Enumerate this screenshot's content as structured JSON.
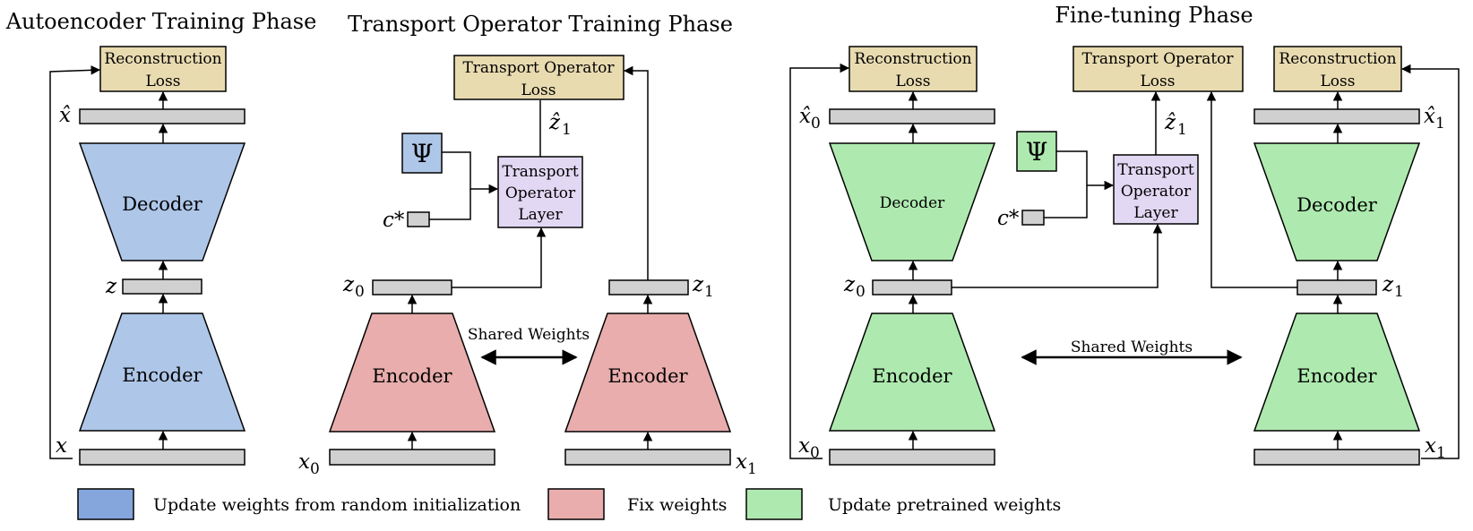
{
  "colors": {
    "blue": "#aec6e8",
    "red": "#e8adac",
    "green": "#aeeaaf",
    "purple": "#e2d8f3",
    "tan": "#e9dbb0",
    "gray": "#d0d0d0",
    "legend_blue": "#85a6dd",
    "legend_red": "#e8adac",
    "legend_green": "#aeeaaf"
  },
  "phases": {
    "autoencoder": {
      "title": "Autoencoder Training Phase",
      "loss_line1": "Reconstruction",
      "loss_line2": "Loss",
      "decoder": "Decoder",
      "encoder": "Encoder",
      "xhat": "x̂",
      "z": "z",
      "x": "x"
    },
    "transport": {
      "title": "Transport Operator Training Phase",
      "loss_line1": "Transport Operator",
      "loss_line2": "Loss",
      "psi": "Ψ",
      "c_star": "c*",
      "tol_line1": "Transport",
      "tol_line2": "Operator",
      "tol_line3": "Layer",
      "zhat1": "ẑ",
      "zhat1_sub": "1",
      "z0": "z",
      "z0_sub": "0",
      "z1": "z",
      "z1_sub": "1",
      "encoder_left": "Encoder",
      "encoder_right": "Encoder",
      "shared": "Shared Weights",
      "x0": "x",
      "x0_sub": "0",
      "x1": "x",
      "x1_sub": "1"
    },
    "finetune": {
      "title": "Fine-tuning Phase",
      "loss_left_line1": "Reconstruction",
      "loss_left_line2": "Loss",
      "loss_mid_line1": "Transport Operator",
      "loss_mid_line2": "Loss",
      "loss_right_line1": "Reconstruction",
      "loss_right_line2": "Loss",
      "xhat0": "x̂",
      "xhat0_sub": "0",
      "xhat1": "x̂",
      "xhat1_sub": "1",
      "decoder_left": "Decoder",
      "decoder_right": "Decoder",
      "psi": "Ψ",
      "c_star": "c*",
      "tol_line1": "Transport",
      "tol_line2": "Operator",
      "tol_line3": "Layer",
      "zhat1": "ẑ",
      "zhat1_sub": "1",
      "z0": "z",
      "z0_sub": "0",
      "z1": "z",
      "z1_sub": "1",
      "encoder_left": "Encoder",
      "encoder_right": "Encoder",
      "shared": "Shared Weights",
      "x0": "x",
      "x0_sub": "0",
      "x1": "x",
      "x1_sub": "1"
    }
  },
  "legend": {
    "blue_label": "Update weights from random initialization",
    "red_label": "Fix weights",
    "green_label": "Update pretrained weights"
  }
}
